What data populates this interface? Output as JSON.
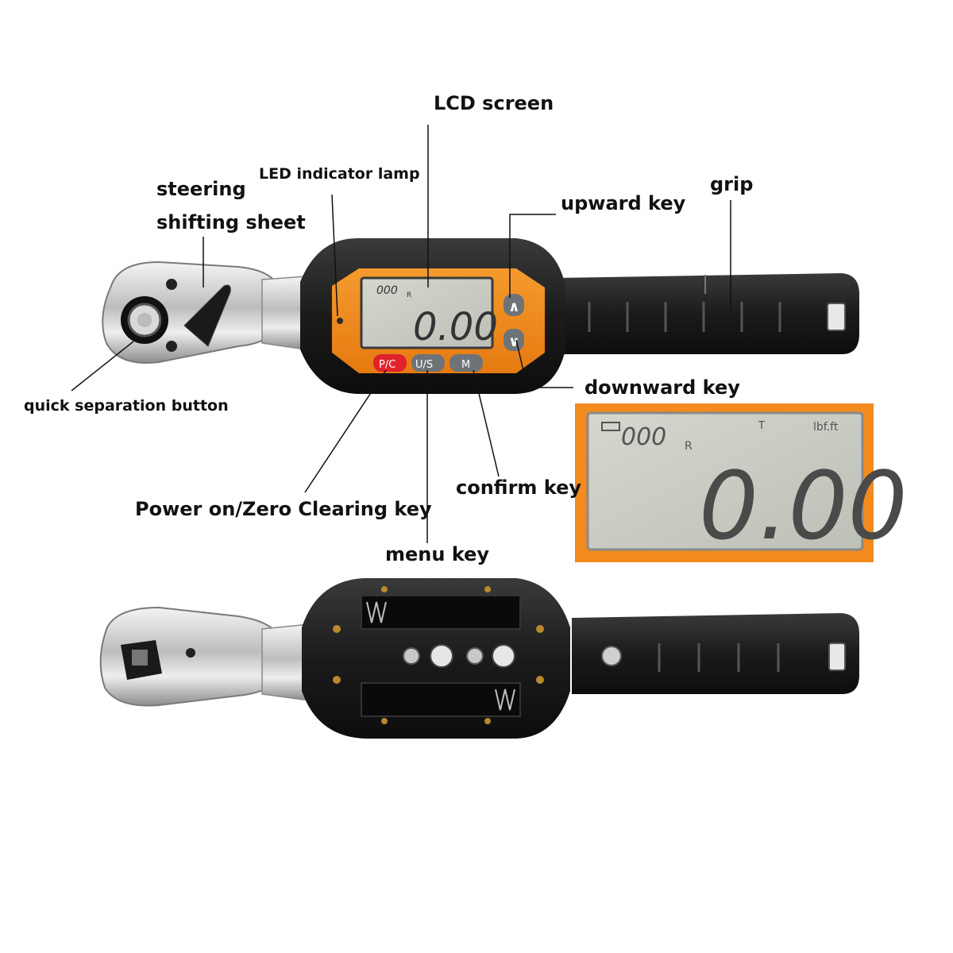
{
  "labels": {
    "lcd_screen": "LCD screen",
    "led_indicator_lamp": "LED indicator lamp",
    "steering": "steering",
    "shifting_sheet": "shifting sheet",
    "upward_key": "upward key",
    "grip": "grip",
    "quick_separation_button": "quick separation button",
    "downward_key": "downward key",
    "confirm_key": "confirm key",
    "power_zero_key": "Power on/Zero Clearing key",
    "menu_key": "menu key"
  },
  "wrench_front": {
    "display_reading": "0.00",
    "display_counter": "000",
    "display_r": "R",
    "button_pc": "P/C",
    "button_us": "U/S",
    "button_m": "M",
    "up_symbol": "∧",
    "down_symbol": "∨"
  },
  "lcd_zoom": {
    "reading": "0.00",
    "counter": "000",
    "r_marker": "R",
    "t_marker": "T",
    "unit": "lbf.ft"
  },
  "colors": {
    "orange_panel": "#f28a1e",
    "lcd_background": "#c9ccc2",
    "body_black": "#1c1c1c",
    "chrome": "#d8d8d8",
    "pc_button": "#e0222c",
    "grey_button": "#6e7378"
  }
}
